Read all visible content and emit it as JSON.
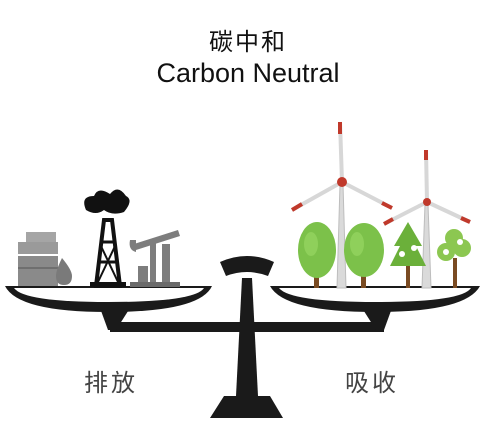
{
  "title": {
    "chinese": "碳中和",
    "english": "Carbon Neutral"
  },
  "left_pan": {
    "label": "排放",
    "icons": [
      "oil-barrels-icon",
      "oil-derrick-icon",
      "pumpjack-icon",
      "oil-drop-icon"
    ]
  },
  "right_pan": {
    "label": "吸收",
    "icons": [
      "wind-turbine-icon",
      "tree-icon"
    ]
  },
  "colors": {
    "dark": "#1a1a1a",
    "emission_gray": "#8a8a8a",
    "tree_green": "#7cc14a",
    "turbine_red": "#c0392b"
  }
}
